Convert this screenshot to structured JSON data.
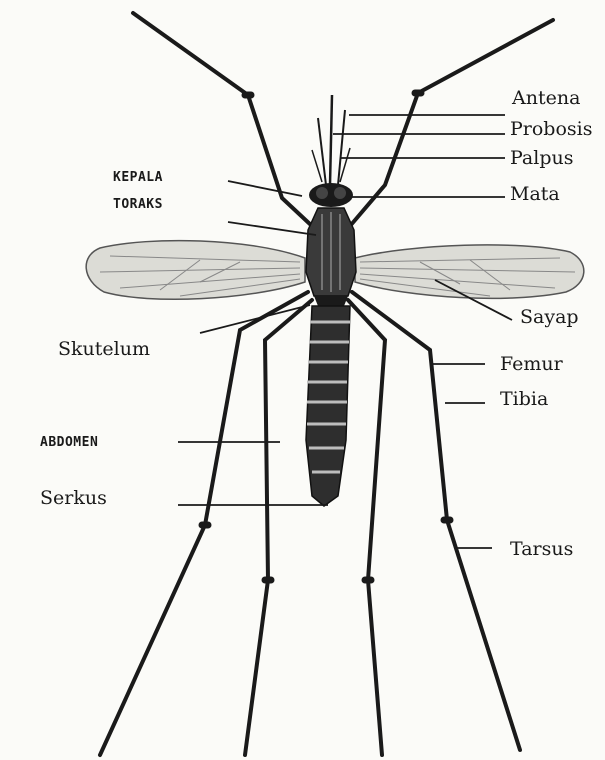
{
  "labels": {
    "antena": "Antena",
    "probosis": "Probosis",
    "palpus": "Palpus",
    "mata": "Mata",
    "kepala": "KEPALA",
    "toraks": "TORAKS",
    "sayap": "Sayap",
    "skutelum": "Skutelum",
    "femur": "Femur",
    "tibia": "Tibia",
    "abdomen": "ABDOMEN",
    "serkus": "Serkus",
    "tarsus": "Tarsus"
  },
  "colors": {
    "background": "#fbfbf8",
    "ink": "#1a1a1a",
    "wing": "#d8d8d2"
  }
}
